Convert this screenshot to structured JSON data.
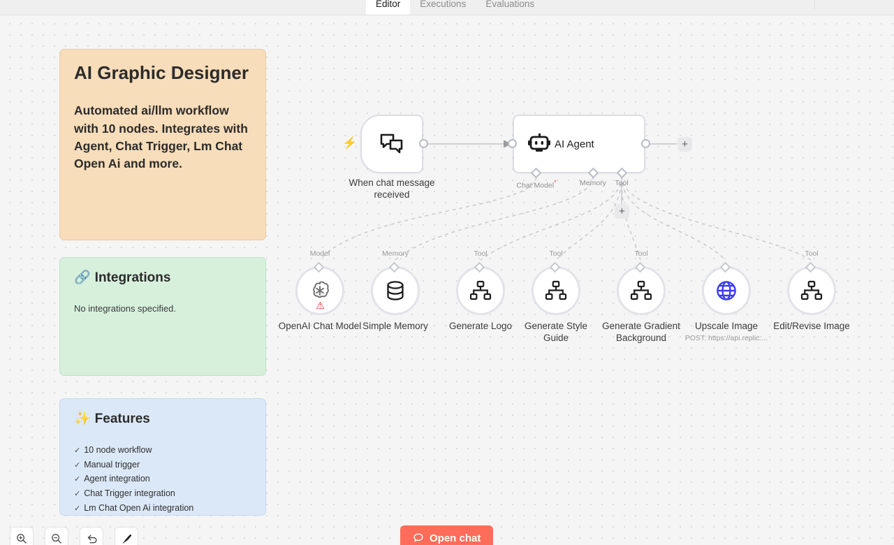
{
  "tabs": [
    {
      "label": "Editor",
      "active": true
    },
    {
      "label": "Executions",
      "active": false
    },
    {
      "label": "Evaluations",
      "active": false
    }
  ],
  "notes": {
    "overview": {
      "title": "AI Graphic Designer",
      "body": "Automated ai/llm workflow with 10 nodes. Integrates with Agent, Chat Trigger, Lm Chat Open Ai and more.",
      "color": "#f8ddba"
    },
    "integrations": {
      "emoji": "🔗",
      "title": "Integrations",
      "body": "No integrations specified.",
      "color": "#d6f0dc"
    },
    "features": {
      "emoji": "✨",
      "title": "Features",
      "check": "✓",
      "items": [
        "10 node workflow",
        "Manual trigger",
        "Agent integration",
        "Chat Trigger integration",
        "Lm Chat Open Ai integration"
      ],
      "color": "#dbe8f7"
    }
  },
  "trigger": {
    "name": "When chat message received",
    "line1": "When chat message",
    "line2": "received",
    "icon": "chat-bubbles-icon",
    "bolt": "⚡"
  },
  "agent": {
    "name": "AI Agent",
    "icon": "robot-icon",
    "ports": [
      {
        "label": "Chat Model",
        "required": true,
        "star": "*"
      },
      {
        "label": "Memory",
        "required": false,
        "star": ""
      },
      {
        "label": "Tool",
        "required": false,
        "star": ""
      }
    ],
    "add_label": "+"
  },
  "subnodes": [
    {
      "type": "Model",
      "name": "OpenAI Chat Model",
      "icon": "openai-icon",
      "warning": "⚠",
      "subtitle": ""
    },
    {
      "type": "Memory",
      "name": "Simple Memory",
      "icon": "database-icon",
      "warning": "",
      "subtitle": ""
    },
    {
      "type": "Tool",
      "name": "Generate Logo",
      "icon": "sitemap-icon",
      "warning": "",
      "subtitle": ""
    },
    {
      "type": "Tool",
      "name": "Generate Style Guide",
      "icon": "sitemap-icon",
      "warning": "",
      "subtitle": ""
    },
    {
      "type": "Tool",
      "name": "Generate Gradient Background",
      "icon": "sitemap-icon",
      "warning": "",
      "subtitle": ""
    },
    {
      "type": "",
      "name": "Upscale Image",
      "icon": "globe-icon",
      "warning": "",
      "subtitle": "POST: https://api.replic:..."
    },
    {
      "type": "Tool",
      "name": "Edit/Revise Image",
      "icon": "sitemap-icon",
      "warning": "",
      "subtitle": ""
    }
  ],
  "toolbar": {
    "zoom_in": "zoom-in",
    "zoom_out": "zoom-out",
    "reset": "reset-zoom",
    "tidy": "tidy-up"
  },
  "open_chat": {
    "label": "Open chat",
    "color": "#ff6d5a"
  }
}
